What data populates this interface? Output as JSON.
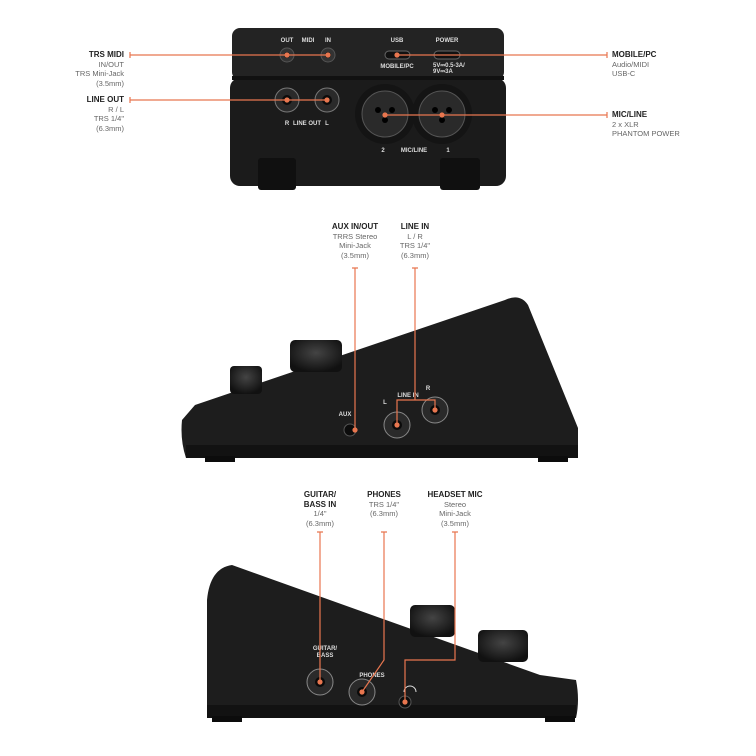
{
  "accent_color": "#e8764f",
  "top_view": {
    "device_labels": {
      "out": "OUT",
      "midi": "MIDI",
      "in": "IN",
      "usb": "USB",
      "power": "POWER",
      "mobile_pc": "MOBILE/PC",
      "power_spec_1": "5V⎓0.5-3A/",
      "power_spec_2": "9V⎓3A",
      "r": "R",
      "line_out": "LINE OUT",
      "l": "L",
      "two": "2",
      "mic_line": "MIC/LINE",
      "one": "1"
    },
    "callouts": [
      {
        "title": "TRS MIDI",
        "lines": [
          "IN/OUT",
          "TRS Mini-Jack",
          "(3.5mm)"
        ]
      },
      {
        "title": "LINE OUT",
        "lines": [
          "R / L",
          "TRS 1/4\"",
          "(6.3mm)"
        ]
      },
      {
        "title": "MOBILE/PC",
        "lines": [
          "Audio/MIDI",
          "USB-C"
        ]
      },
      {
        "title": "MIC/LINE",
        "lines": [
          "2 x XLR",
          "PHANTOM POWER"
        ]
      }
    ]
  },
  "right_side_view": {
    "device_labels": {
      "aux": "AUX",
      "l": "L",
      "line_in": "LINE IN",
      "r": "R"
    },
    "callouts": [
      {
        "title": "AUX IN/OUT",
        "lines": [
          "TRRS Stereo",
          "Mini-Jack",
          "(3.5mm)"
        ]
      },
      {
        "title": "LINE IN",
        "lines": [
          "L / R",
          "TRS 1/4\"",
          "(6.3mm)"
        ]
      }
    ]
  },
  "left_side_view": {
    "device_labels": {
      "guitar_bass_1": "GUITAR/",
      "guitar_bass_2": "BASS",
      "phones": "PHONES"
    },
    "callouts": [
      {
        "title_1": "GUITAR/",
        "title_2": "BASS IN",
        "lines": [
          "1/4\"",
          "(6.3mm)"
        ]
      },
      {
        "title": "PHONES",
        "lines": [
          "TRS 1/4\"",
          "(6.3mm)"
        ]
      },
      {
        "title": "HEADSET MIC",
        "lines": [
          "Stereo",
          "Mini-Jack",
          "(3.5mm)"
        ]
      }
    ]
  }
}
